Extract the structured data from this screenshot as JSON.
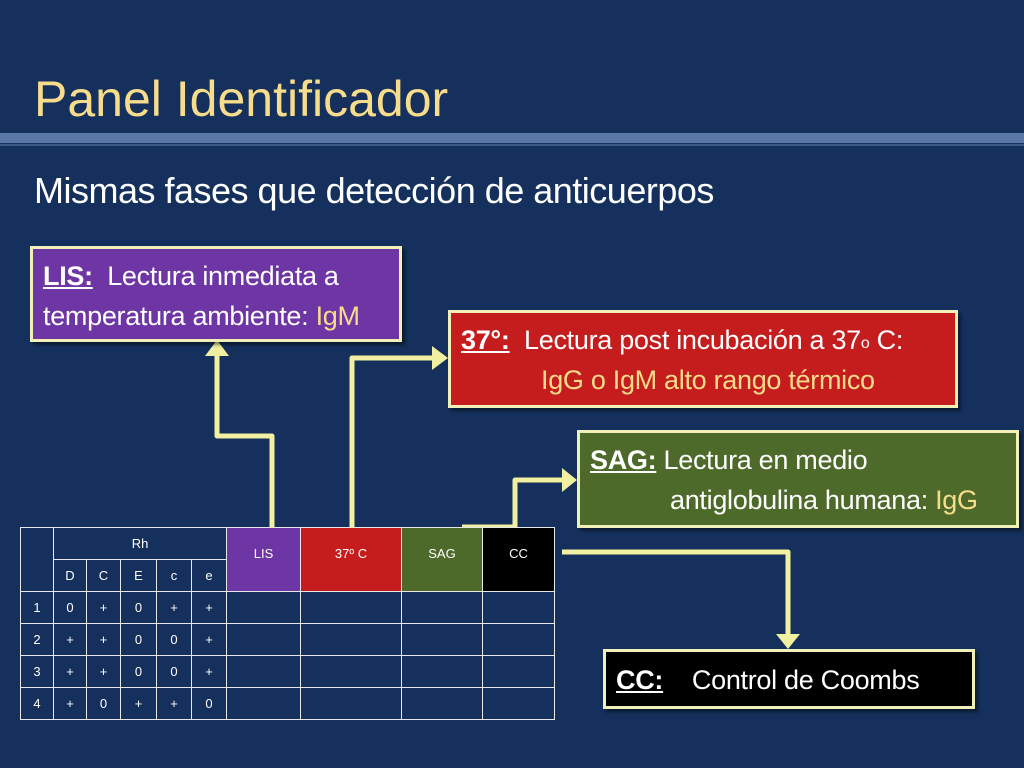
{
  "slide": {
    "title": "Panel Identificador",
    "subtitle": "Mismas fases que detección de anticuerpos"
  },
  "boxes": {
    "lis": {
      "tag": "LIS:",
      "line1": "Lectura inmediata a",
      "line2_text": "temperatura ambiente: ",
      "line2_highlight": "IgM"
    },
    "t37": {
      "tag": "37°:",
      "line1_a": "Lectura post incubación a 37",
      "line1_sup": "o",
      "line1_b": " C:",
      "line2": "IgG o IgM alto rango térmico"
    },
    "sag": {
      "tag": "SAG:",
      "line1": "Lectura en medio",
      "line2_text": "antiglobulina humana: ",
      "line2_highlight": "IgG"
    },
    "cc": {
      "tag": "CC:",
      "text": "Control de Coombs"
    }
  },
  "table": {
    "group_header": "Rh",
    "antigens": [
      "D",
      "C",
      "E",
      "c",
      "e"
    ],
    "phases": [
      "LIS",
      "37º C",
      "SAG",
      "CC"
    ],
    "rows": [
      {
        "num": "1",
        "values": [
          "0",
          "+",
          "0",
          "+",
          "+"
        ]
      },
      {
        "num": "2",
        "values": [
          "+",
          "+",
          "0",
          "0",
          "+"
        ]
      },
      {
        "num": "3",
        "values": [
          "+",
          "+",
          "0",
          "0",
          "+"
        ]
      },
      {
        "num": "4",
        "values": [
          "+",
          "0",
          "+",
          "+",
          "0"
        ]
      }
    ]
  },
  "colors": {
    "background": "#15305c",
    "title": "#f7dc8c",
    "lis": "#6e35a5",
    "t37": "#c51d1d",
    "sag": "#4e6a2a",
    "cc": "#000000",
    "arrow": "#f1f0a0"
  }
}
